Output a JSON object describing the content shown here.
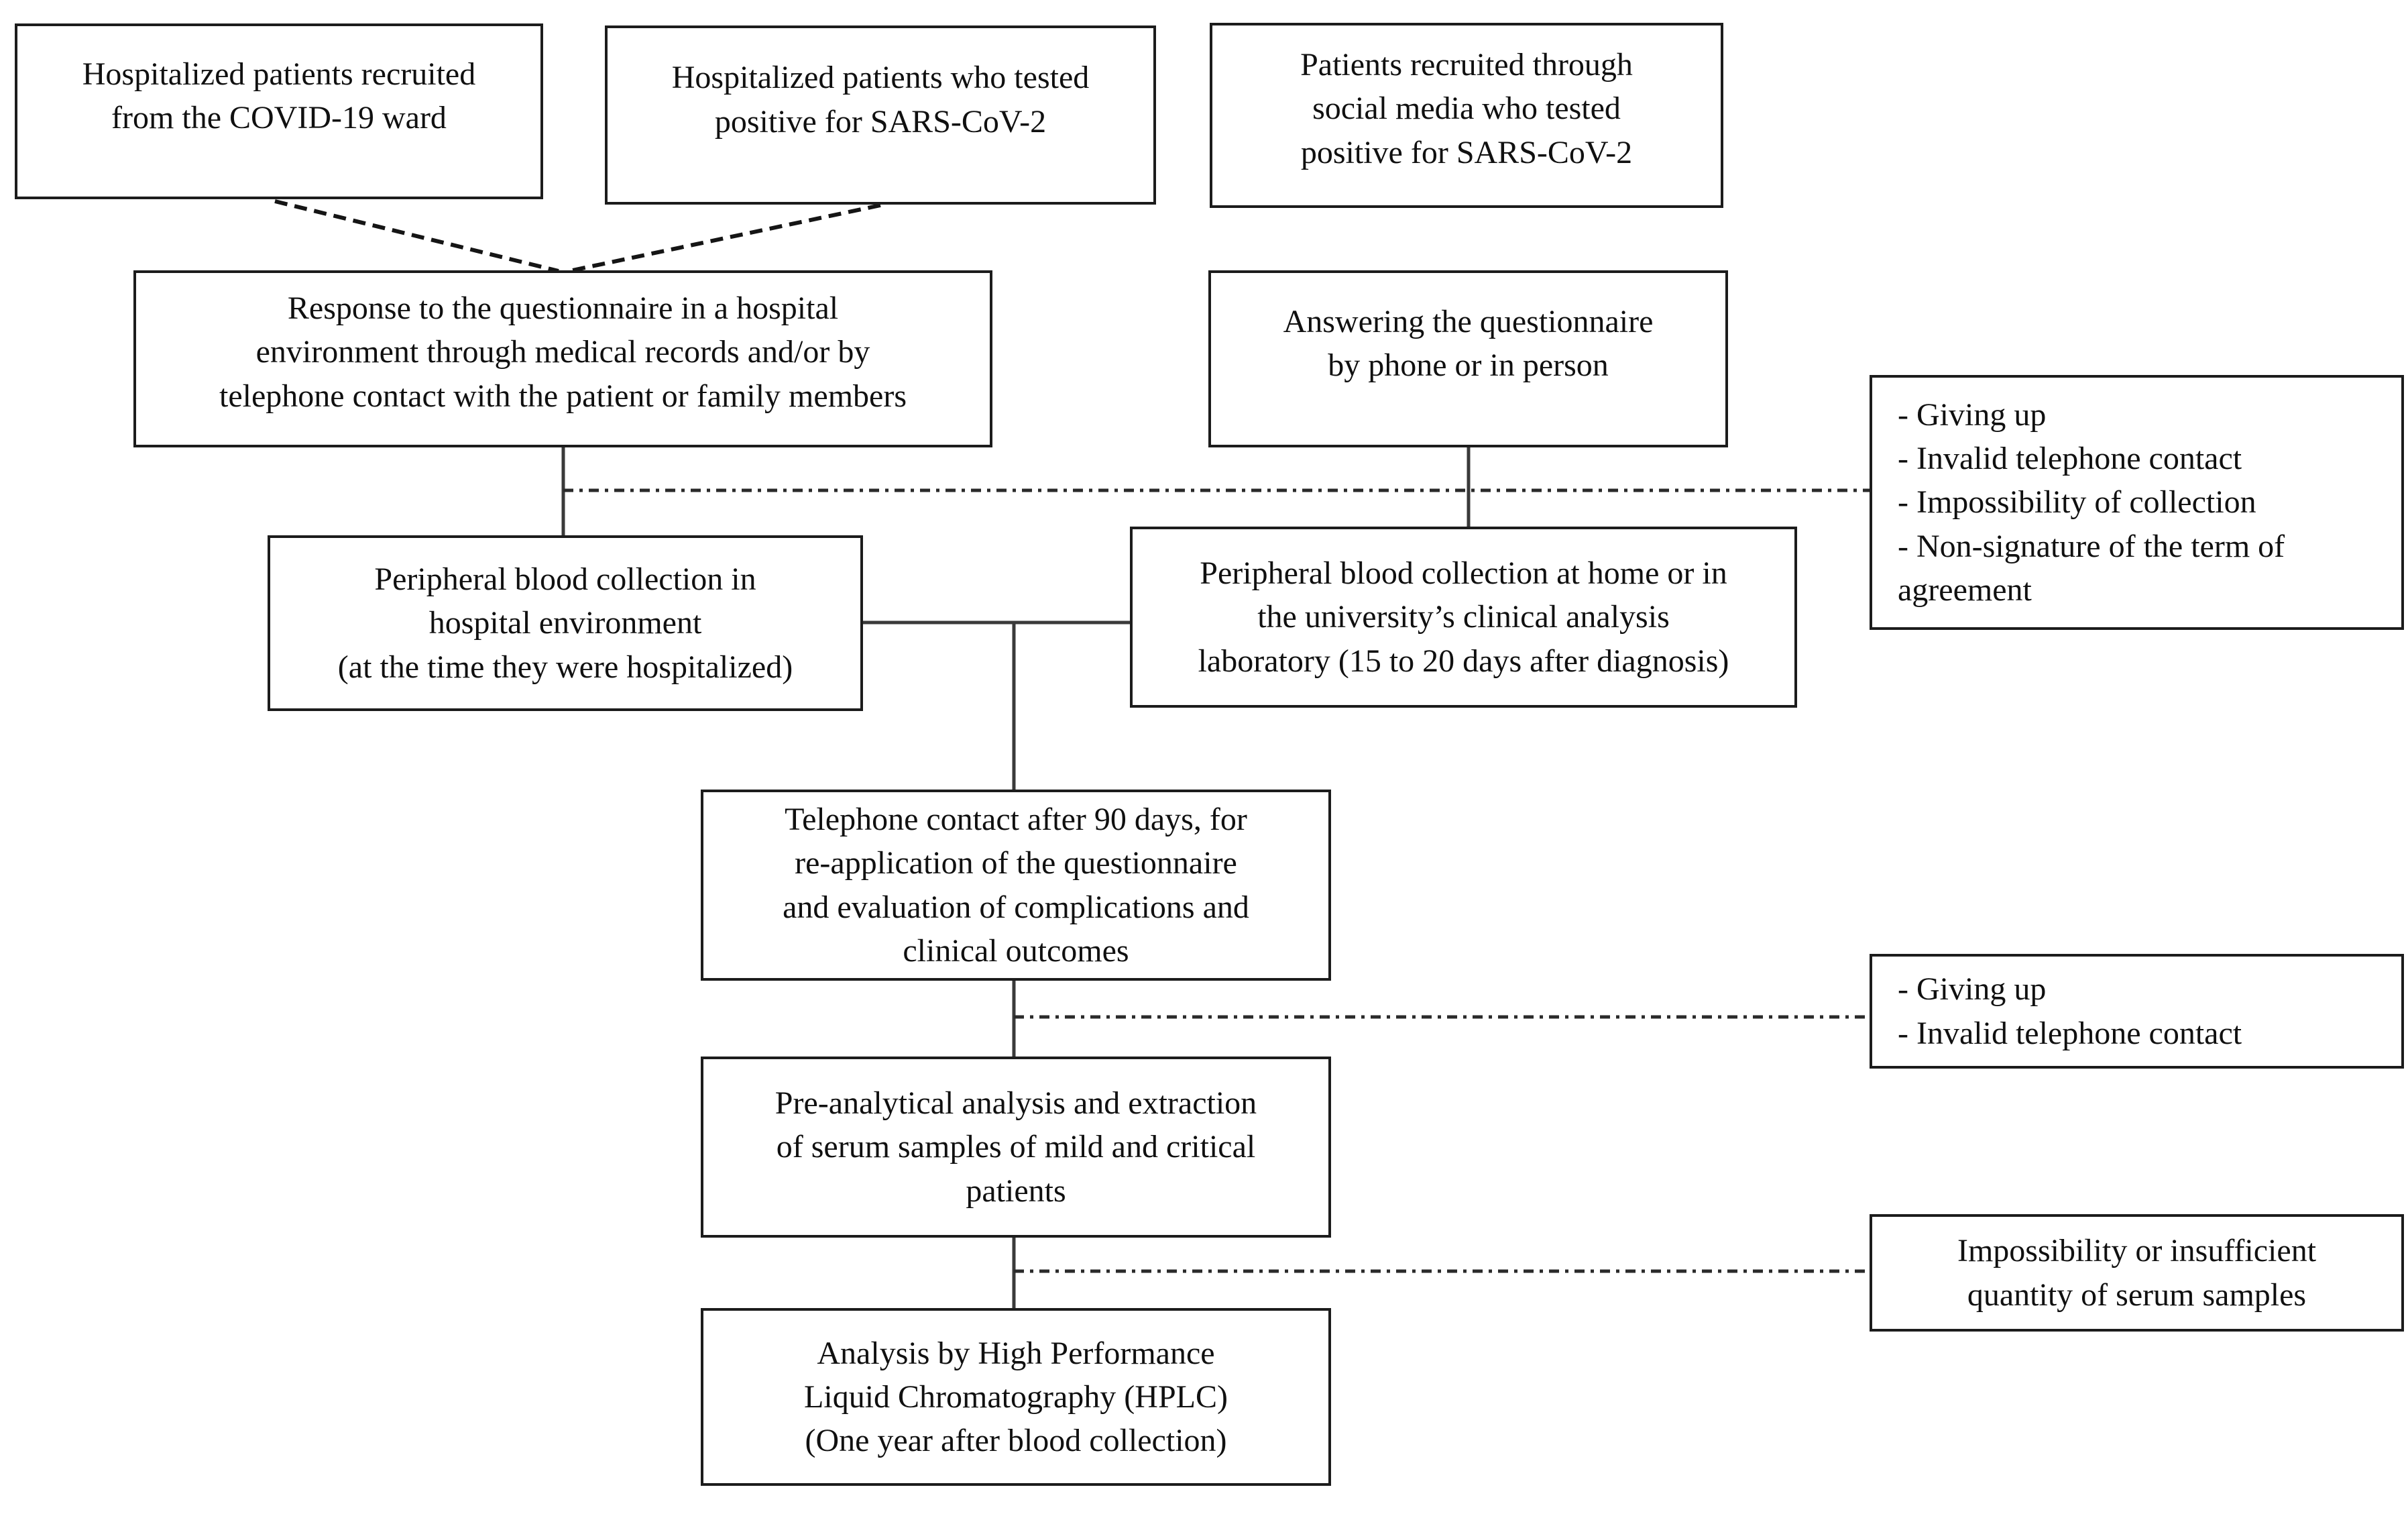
{
  "flowchart": {
    "colors": {
      "border": "#1c1c1c",
      "text": "#101010",
      "solid_line": "#3a3a3a",
      "dashed_line": "#151515",
      "background": "#ffffff"
    },
    "nodes": {
      "recruit_ward": {
        "text": "Hospitalized patients recruited\nfrom the COVID-19 ward"
      },
      "recruit_hospital_positive": {
        "text": "Hospitalized patients who tested\npositive for SARS-CoV-2"
      },
      "recruit_social_media": {
        "text": "Patients recruited through\nsocial media who tested\npositive for SARS-CoV-2"
      },
      "questionnaire_hospital": {
        "text": "Response to the questionnaire in a hospital\nenvironment through medical records and/or by\ntelephone contact with the patient or family members"
      },
      "questionnaire_phone": {
        "text": "Answering the questionnaire\nby phone or in person"
      },
      "exclusions_stage1": {
        "text": "- Giving up\n- Invalid telephone contact\n- Impossibility of collection\n- Non-signature of the term of\nagreement"
      },
      "blood_collection_hospital": {
        "text": "Peripheral blood collection in\nhospital environment\n(at the time they were hospitalized)"
      },
      "blood_collection_home": {
        "text": "Peripheral blood collection at home or in\nthe university’s clinical analysis\nlaboratory (15 to 20 days after diagnosis)"
      },
      "followup_90_days": {
        "text": "Telephone contact after 90 days, for\nre-application of the questionnaire\nand evaluation of complications and\nclinical outcomes"
      },
      "exclusions_stage2": {
        "text": "- Giving up\n- Invalid telephone contact"
      },
      "preanalytical_analysis": {
        "text": "Pre-analytical analysis and extraction\nof serum samples of mild and critical\npatients"
      },
      "exclusions_stage3": {
        "text": "Impossibility or insufficient\nquantity of serum samples"
      },
      "hplc_analysis": {
        "text": "Analysis by High Performance\nLiquid Chromatography (HPLC)\n(One year after blood collection)"
      }
    }
  }
}
